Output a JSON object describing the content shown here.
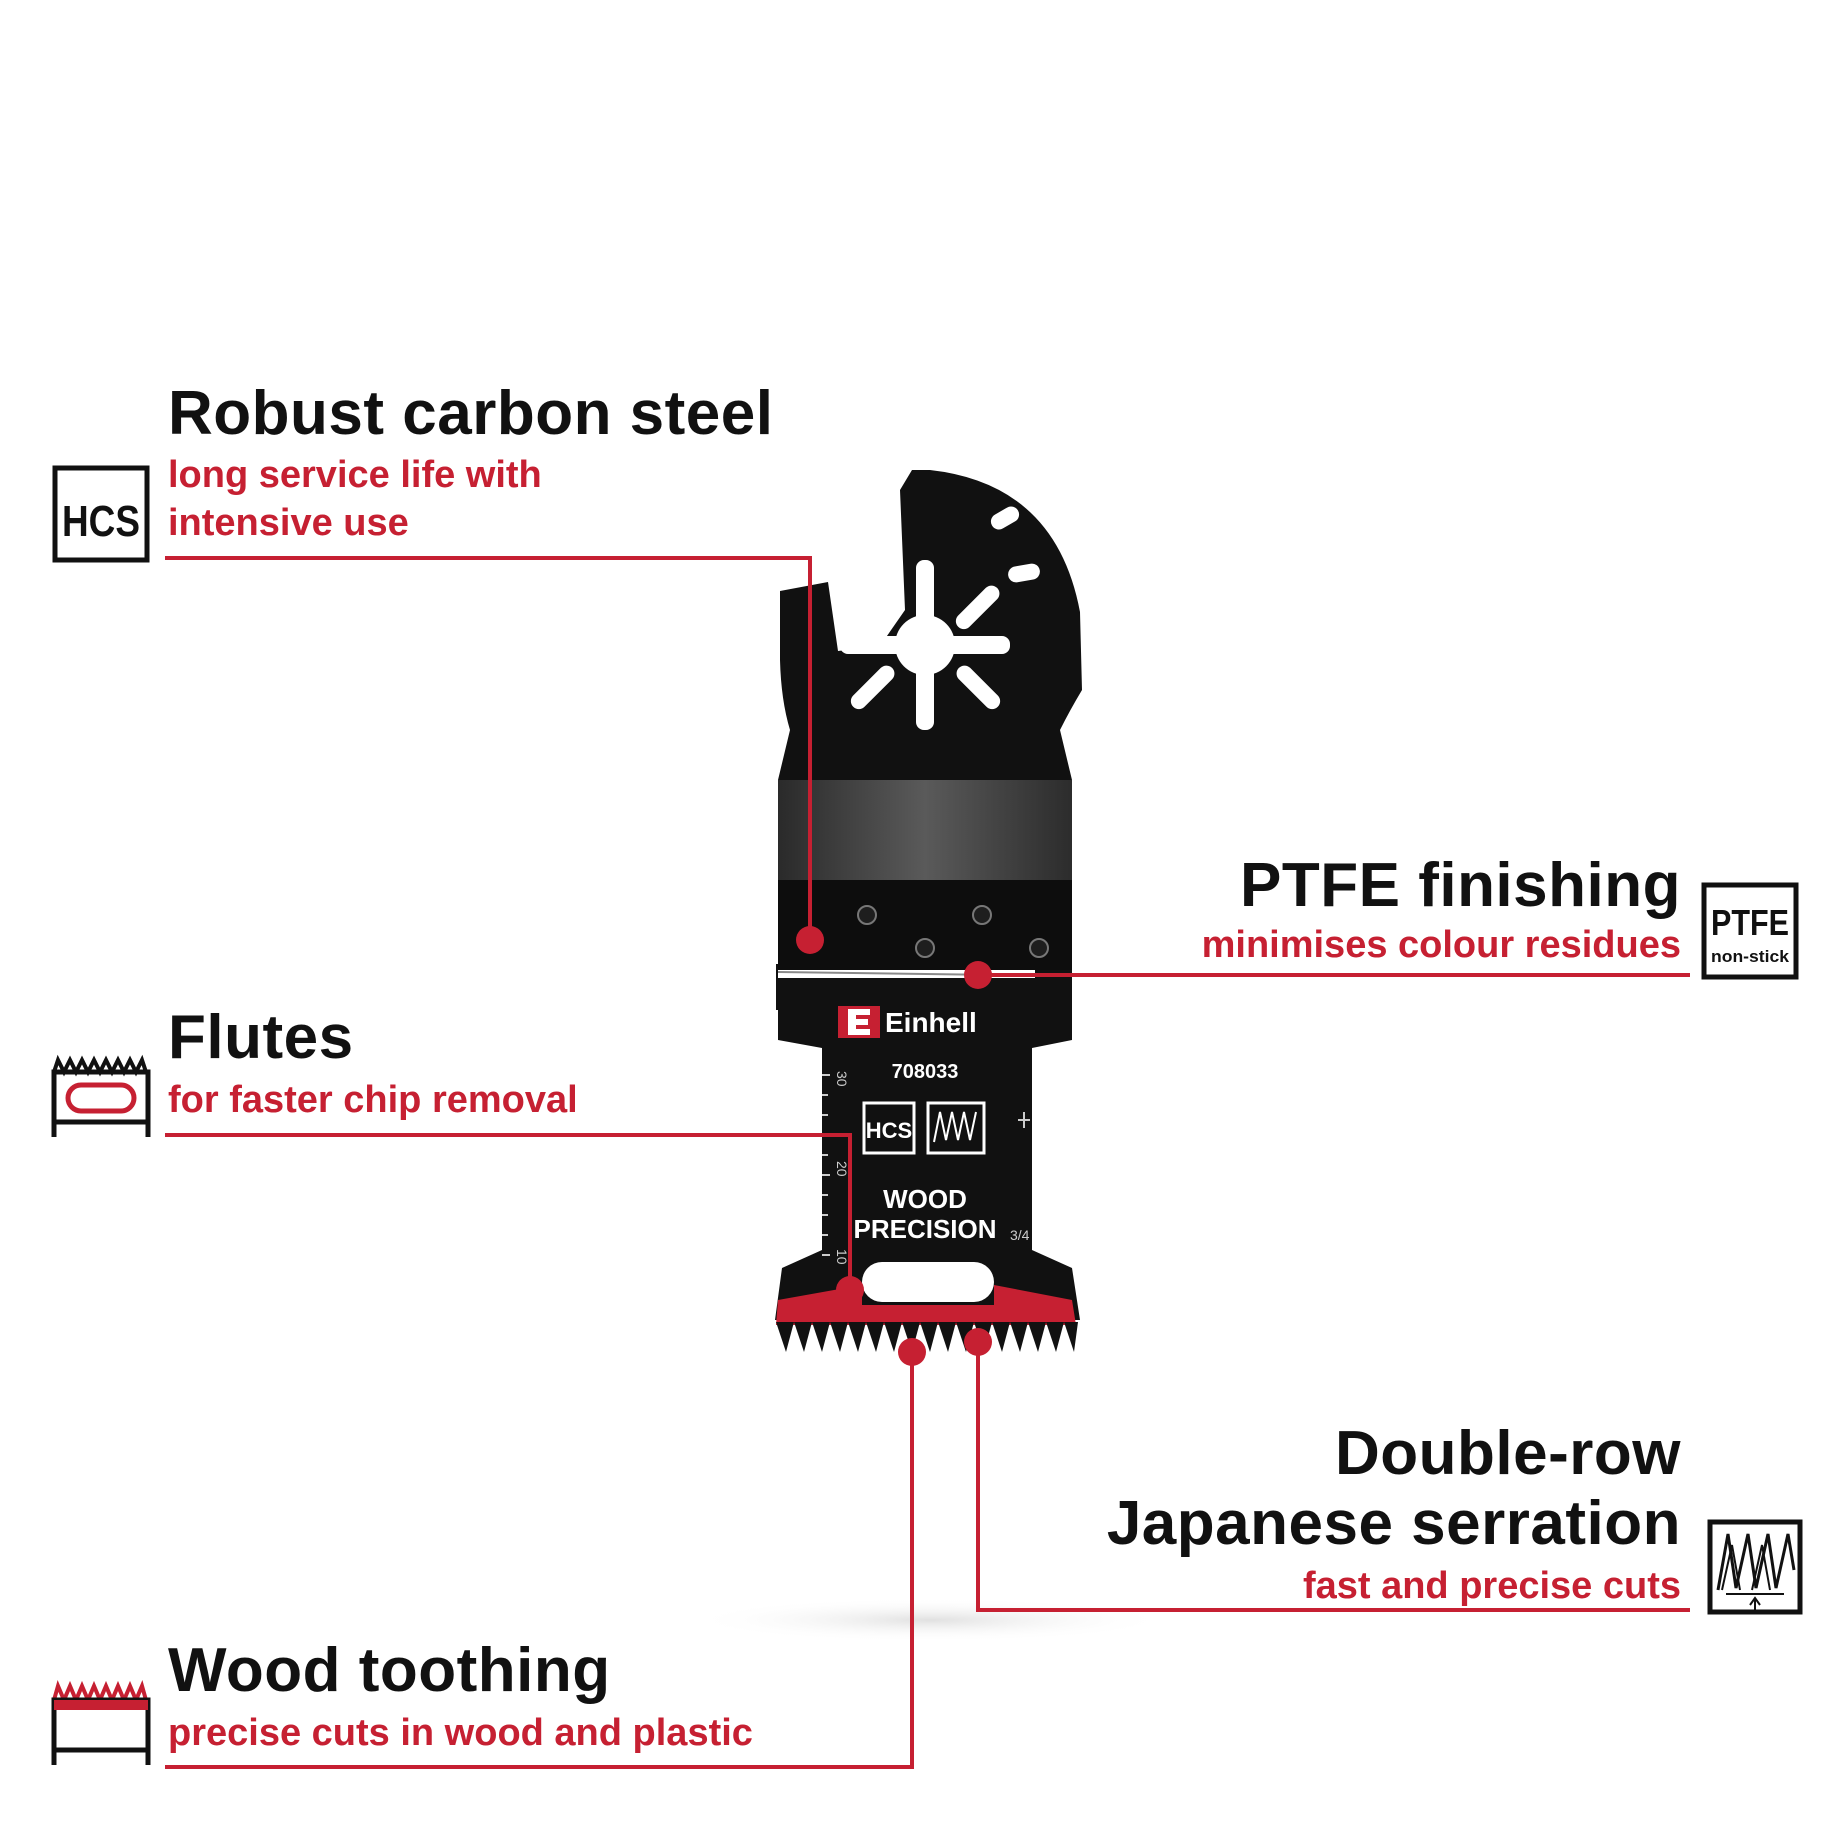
{
  "accent_color": "#c62032",
  "blade": {
    "brand": "Einhell",
    "article_number": "708033",
    "label_line1": "WOOD",
    "label_line2": "PRECISION",
    "badge_hcs": "HCS",
    "scale_marks": [
      "30",
      "20",
      "10"
    ],
    "fraction": "3/4"
  },
  "features": {
    "steel": {
      "title": "Robust carbon steel",
      "sub1": "long service life with",
      "sub2": "intensive use",
      "icon": "hcs-icon",
      "icon_text": "HCS"
    },
    "ptfe": {
      "title": "PTFE finishing",
      "sub1": "minimises colour residues",
      "icon": "ptfe-nonstick-icon",
      "icon_text": "PTFE",
      "icon_subtext": "non-stick"
    },
    "flutes": {
      "title": "Flutes",
      "sub1": "for faster chip removal",
      "icon": "flutes-icon"
    },
    "serration": {
      "title1": "Double-row",
      "title2": "Japanese serration",
      "sub1": "fast and precise cuts",
      "icon": "japanese-serration-icon"
    },
    "toothing": {
      "title": "Wood toothing",
      "sub1": "precise cuts in wood and plastic",
      "icon": "wood-toothing-icon"
    }
  }
}
